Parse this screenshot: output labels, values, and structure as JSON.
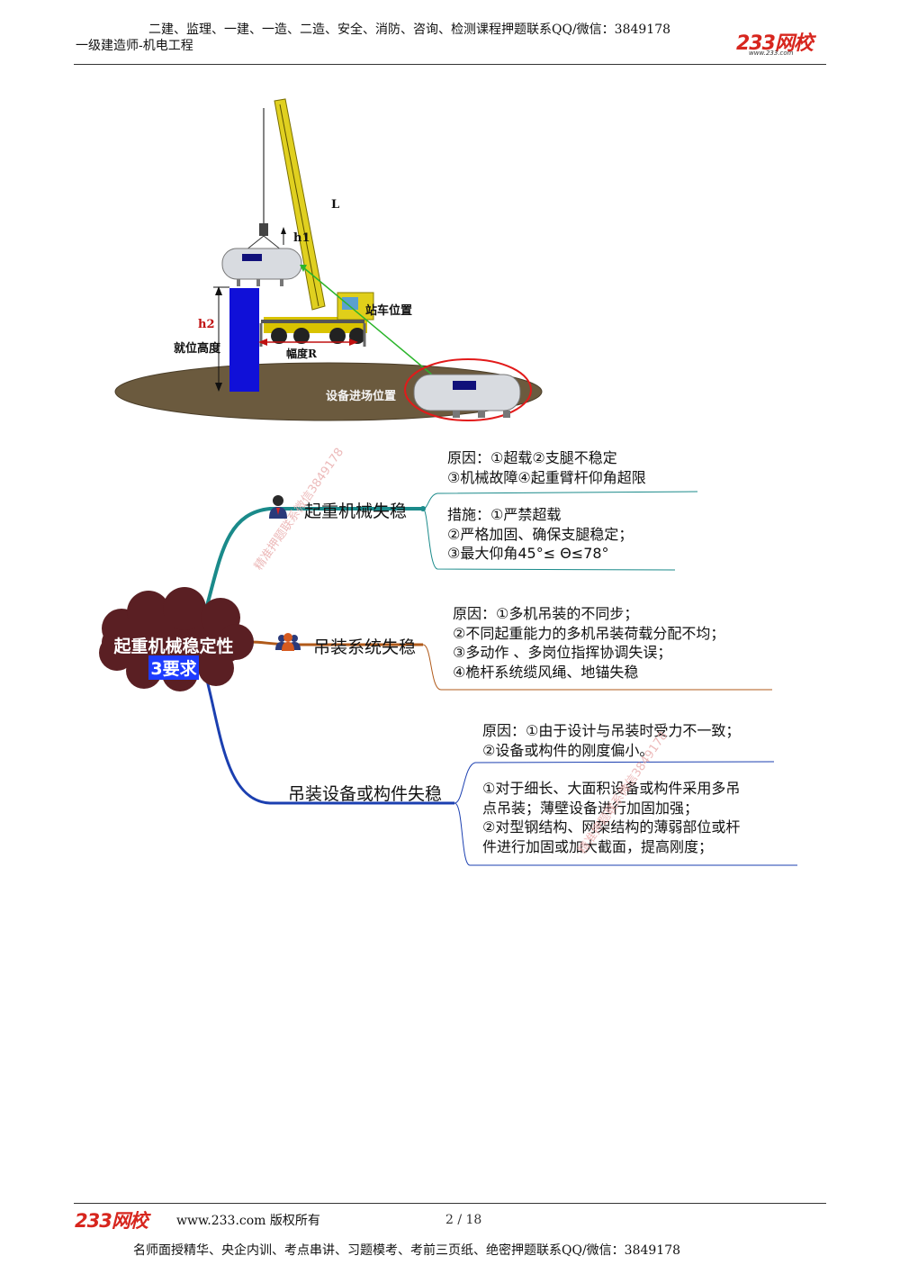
{
  "header": {
    "top_line": "二建、监理、一建、一造、二造、安全、消防、咨询、检测课程押题联系QQ/微信：3849178",
    "subtitle": "一级建造师-机电工程",
    "logo": "233网校",
    "logo_sub": "www.233.com"
  },
  "figure": {
    "labels": {
      "boom_length": "L",
      "hook_height": "h1",
      "position_height_h2": "h2",
      "position_height": "就位高度",
      "station_position": "站车位置",
      "radius": "幅度R",
      "entry_position": "设备进场位置"
    }
  },
  "mindmap": {
    "center_title": "起重机械稳定性",
    "center_subtitle": "3要求",
    "branches": [
      {
        "topic": "起重机械失稳",
        "icon": "person-icon",
        "notes": [
          "原因：①超载②支腿不稳定\n③机械故障④起重臂杆仰角超限",
          "措施：①严禁超载\n②严格加固、确保支腿稳定；\n③最大仰角45°≤ Θ≤78°"
        ]
      },
      {
        "topic": "吊装系统失稳",
        "icon": "group-icon",
        "notes": [
          "原因：①多机吊装的不同步；\n②不同起重能力的多机吊装荷载分配不均；\n③多动作 、多岗位指挥协调失误；\n④桅杆系统缆风绳、地锚失稳"
        ]
      },
      {
        "topic": "吊装设备或构件失稳",
        "icon": "",
        "notes": [
          "原因：①由于设计与吊装时受力不一致；\n②设备或构件的刚度偏小。",
          "①对于细长、大面积设备或构件采用多吊\n点吊装；薄壁设备进行加固加强；\n②对型钢结构、网架结构的薄弱部位或杆\n件进行加固或加大截面，提高刚度；"
        ]
      }
    ]
  },
  "watermarks": [
    "精准押题联系微信3849178",
    "精准押题联系微信3849178"
  ],
  "footer": {
    "logo": "233网校",
    "site": "www.233.com 版权所有",
    "page": "2 / 18",
    "bottom_line": "名师面授精华、央企内训、考点串讲、习题模考、考前三页纸、绝密押题联系QQ/微信：3849178"
  },
  "colors": {
    "logo_red": "#d7261e",
    "branch1": "#1a8a8a",
    "branch2": "#b05a1a",
    "branch3": "#1b3fb0",
    "center_cloud": "#5a1f23"
  }
}
